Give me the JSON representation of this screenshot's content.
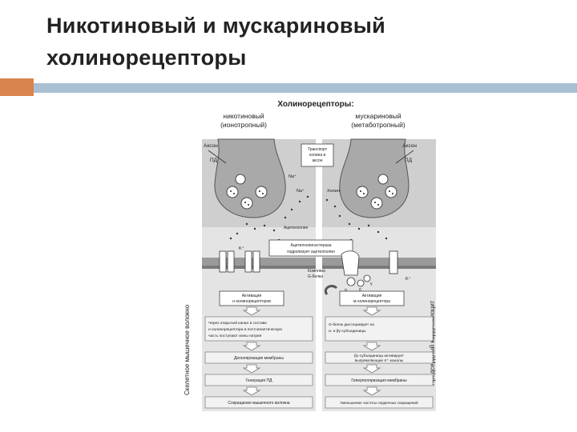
{
  "slide": {
    "title": "Никотиновый и мускариновый холинорецепторы"
  },
  "diagram": {
    "heading": "Холинорецепторы:",
    "left_type": "никотиновый",
    "left_subtype": "(ионотропный)",
    "right_type": "мускариновый",
    "right_subtype": "(метаботропный)",
    "axon_left": "Аксон",
    "axon_right": "Аксон",
    "pd_left": "ПД",
    "pd_right": "ПД",
    "transport_1": "Транспорт",
    "transport_2": "холина в",
    "transport_3": "аксон",
    "na_plus": "Na⁺",
    "na_plus_2": "Na⁺",
    "choline": "Холин",
    "acetylcholine": "Ацетилхолин",
    "esterase_1": "Ацетилхолинэстераза",
    "esterase_2": "гидролизует ацетилхолин",
    "k_plus_left": "K⁺",
    "k_plus_right": "K⁺",
    "g_complex_1": "Комплекс",
    "g_complex_2": "G-белка",
    "alpha": "α",
    "beta": "β",
    "gamma": "γ",
    "vertical_left": "Скелетное мышечное волокно",
    "vertical_right": "Предсердный кардиомиоцит",
    "left_activation_1": "Активация",
    "left_activation_2": "н-холинорецепторов",
    "right_activation_1": "Активация",
    "right_activation_2": "м-холинорецептора",
    "left_text_1": "Через открытый канал в составе",
    "left_text_2": "н-холинорецептора в постсинаптическую",
    "left_text_3": "часть поступают ионы натрия",
    "right_text_1": "G-белок диссоциирует на",
    "right_text_2": "α- и βγ-субъединицы",
    "left_step_1": "Деполяризация мембраны",
    "right_step_1_a": "βγ-субъединица активирует",
    "right_step_1_b": "выпрямляющие K⁺-каналы",
    "left_step_2": "Генерация ПД",
    "right_step_2": "Гиперполяризация мембраны",
    "left_step_3": "Сокращение мышечного волокна",
    "right_step_3": "Уменьшение частоты сердечных сокращений"
  },
  "colors": {
    "orange_bar": "#d9834f",
    "blue_bar": "#a9bfd3",
    "figure_gray": "#bfbfbf",
    "box_fill": "#f2f2f2"
  }
}
